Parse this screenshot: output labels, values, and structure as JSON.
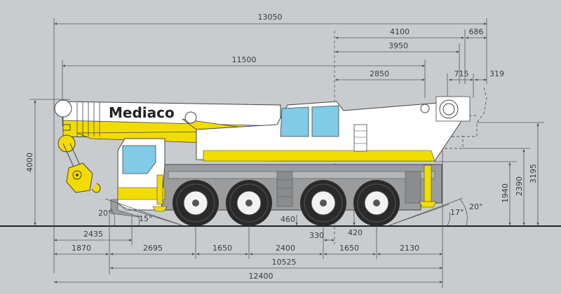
{
  "diagram": {
    "subject": "Mobile crane side elevation with dimensions",
    "brand_label": "Mediaco",
    "units": "mm",
    "colors": {
      "background": "#c9ccce",
      "body_yellow": "#f2dc00",
      "body_white": "#ffffff",
      "cab_glass": "#7fcbe8",
      "chassis_gray": "#9a9c9e",
      "tire": "#2a2a2a",
      "line": "#4a4a4a"
    },
    "dimensions_top": {
      "overall_length_boom": "13050",
      "boom_length": "11500",
      "rear_4100": "4100",
      "rear_686": "686",
      "rear_3950": "3950",
      "rear_2850": "2850",
      "rear_715": "715",
      "rear_319": "319"
    },
    "dimensions_bottom": {
      "front_overhang_outrigger": "2435",
      "front_1870": "1870",
      "axle_2695": "2695",
      "axle_1650_a": "1650",
      "axle_2400": "2400",
      "axle_1650_b": "1650",
      "rear_2130": "2130",
      "length_10525": "10525",
      "length_12400": "12400",
      "ground_clearance": "460",
      "offset_330": "330",
      "offset_420": "420"
    },
    "dimensions_vertical": {
      "height_4000": "4000",
      "height_1940": "1940",
      "height_2390": "2390",
      "height_3195": "3195"
    },
    "angles": {
      "front_approach_outer": "20°",
      "front_approach_inner": "15°",
      "rear_departure_inner": "17°",
      "rear_departure_outer": "20°"
    }
  }
}
